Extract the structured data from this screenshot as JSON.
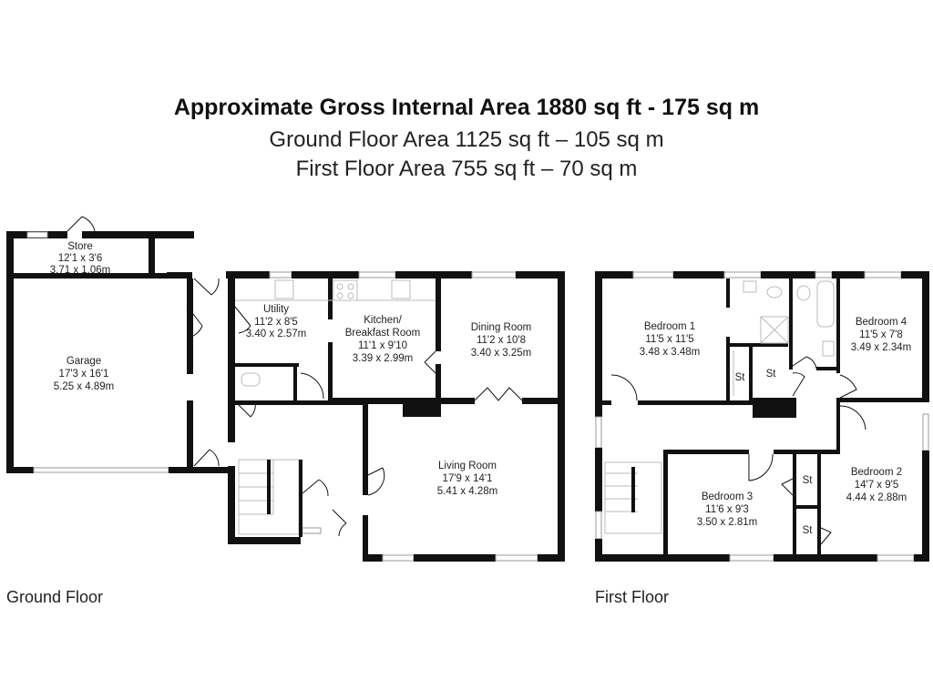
{
  "header": {
    "title": "Approximate Gross Internal Area 1880 sq ft - 175 sq m",
    "ground_area": "Ground Floor Area 1125 sq ft – 105 sq m",
    "first_area": "First Floor Area 755 sq ft – 70 sq m"
  },
  "ground_floor": {
    "label": "Ground Floor",
    "rooms": [
      {
        "name": "Store",
        "imperial": "12'1 x 3'6",
        "metric": "3.71 x 1.06m"
      },
      {
        "name": "Garage",
        "imperial": "17'3 x 16'1",
        "metric": "5.25 x 4.89m"
      },
      {
        "name": "Utility",
        "imperial": "11'2 x 8'5",
        "metric": "3.40 x 2.57m"
      },
      {
        "name": "Kitchen/",
        "name2": "Breakfast Room",
        "imperial": "11'1 x 9'10",
        "metric": "3.39 x 2.99m"
      },
      {
        "name": "Dining Room",
        "imperial": "11'2 x 10'8",
        "metric": "3.40 x 3.25m"
      },
      {
        "name": "Living Room",
        "imperial": "17'9 x 14'1",
        "metric": "5.41 x 4.28m"
      }
    ]
  },
  "first_floor": {
    "label": "First Floor",
    "rooms": [
      {
        "name": "Bedroom 1",
        "imperial": "11'5 x 11'5",
        "metric": "3.48 x 3.48m"
      },
      {
        "name": "Bedroom 4",
        "imperial": "11'5 x 7'8",
        "metric": "3.49 x 2.34m"
      },
      {
        "name": "Bedroom 2",
        "imperial": "14'7 x 9'5",
        "metric": "4.44 x 2.88m"
      },
      {
        "name": "Bedroom 3",
        "imperial": "11'6 x 9'3",
        "metric": "3.50 x 2.81m"
      }
    ],
    "storage": [
      "St",
      "St",
      "St",
      "St"
    ]
  }
}
